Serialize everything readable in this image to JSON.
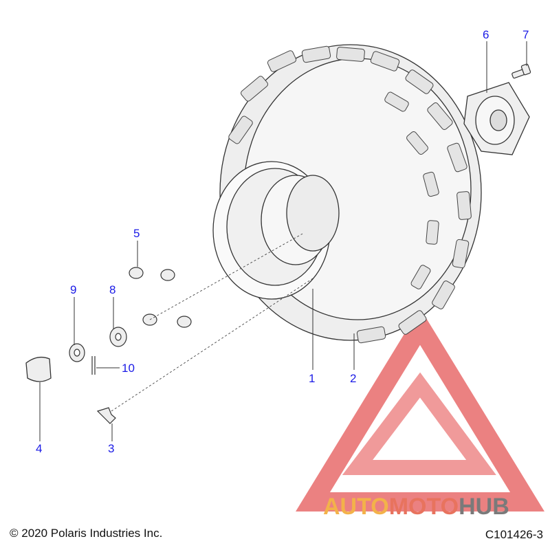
{
  "callouts": {
    "c1": "1",
    "c2": "2",
    "c3": "3",
    "c4": "4",
    "c5": "5",
    "c6": "6",
    "c7": "7",
    "c8": "8",
    "c9": "9",
    "c10": "10"
  },
  "footer": {
    "copyright": "© 2020 Polaris Industries Inc.",
    "diagram_id": "C101426-3"
  },
  "watermark": {
    "part_auto": "AUTO",
    "part_moto": "MOTO",
    "part_hub": "HUB",
    "colors": {
      "auto": "#f3b24a",
      "moto": "#e8735e",
      "hub": "#7a7a7a",
      "logo": "#e86c6c"
    }
  },
  "colors": {
    "callout": "#1a1ae6",
    "line": "#333333",
    "part_fill": "#f2f2f2"
  }
}
